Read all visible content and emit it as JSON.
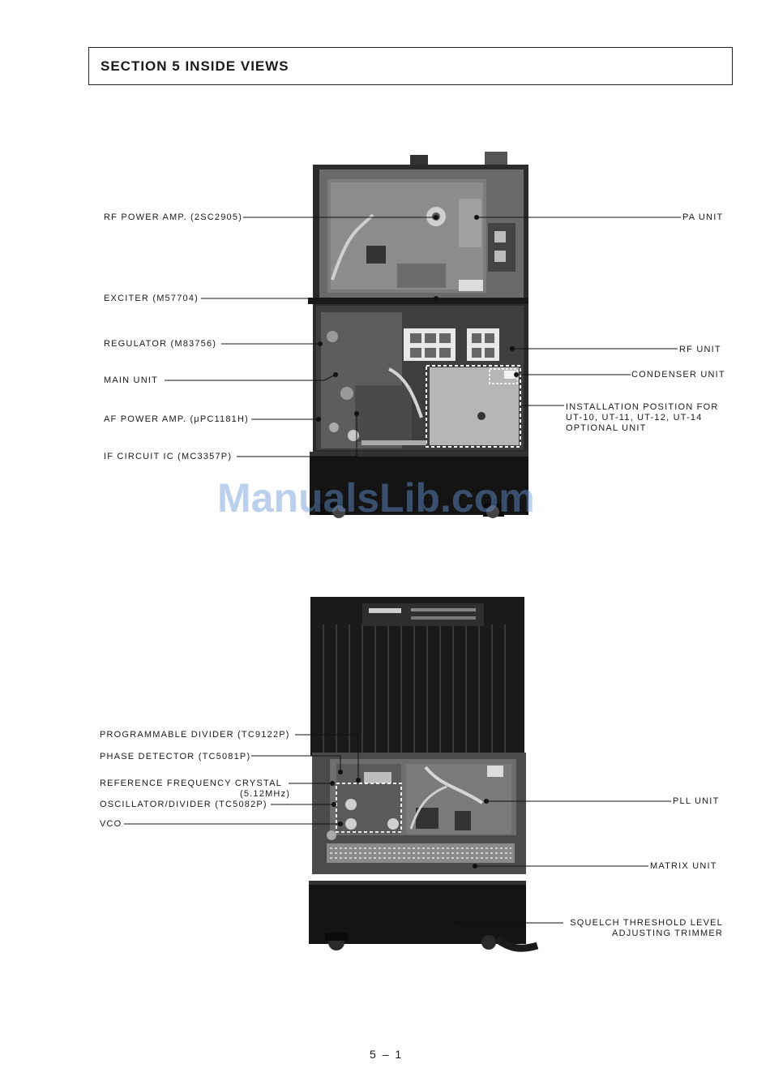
{
  "section": {
    "title": "SECTION  5   INSIDE VIEWS"
  },
  "top_view": {
    "labels": {
      "rf_power_amp": "RF POWER AMP. (2SC2905)",
      "exciter": "EXCITER (M57704)",
      "regulator": "REGULATOR (M83756)",
      "main_unit": "MAIN UNIT",
      "af_power_amp": "AF POWER AMP. (μPC1181H)",
      "if_circuit_ic": "IF CIRCUIT IC (MC3357P)",
      "pa_unit": "PA UNIT",
      "rf_unit": "RF UNIT",
      "condenser_unit": "CONDENSER UNIT",
      "installation_line1": "INSTALLATION POSITION FOR",
      "installation_line2": "UT-10, UT-11, UT-12, UT-14",
      "installation_line3": "OPTIONAL UNIT"
    }
  },
  "bottom_view": {
    "labels": {
      "programmable_divider": "PROGRAMMABLE DIVIDER (TC9122P)",
      "phase_detector": "PHASE DETECTOR (TC5081P)",
      "reference_crystal": "REFERENCE FREQUENCY CRYSTAL",
      "reference_crystal_freq": "(5.12MHz)",
      "oscillator_divider": "OSCILLATOR/DIVIDER (TC5082P)",
      "vco": "VCO",
      "pll_unit": "PLL UNIT",
      "matrix_unit": "MATRIX UNIT",
      "squelch_line1": "SQUELCH THRESHOLD LEVEL",
      "squelch_line2": "ADJUSTING TRIMMER"
    }
  },
  "watermark": "ManualsLib.com",
  "page_number": "5 – 1"
}
